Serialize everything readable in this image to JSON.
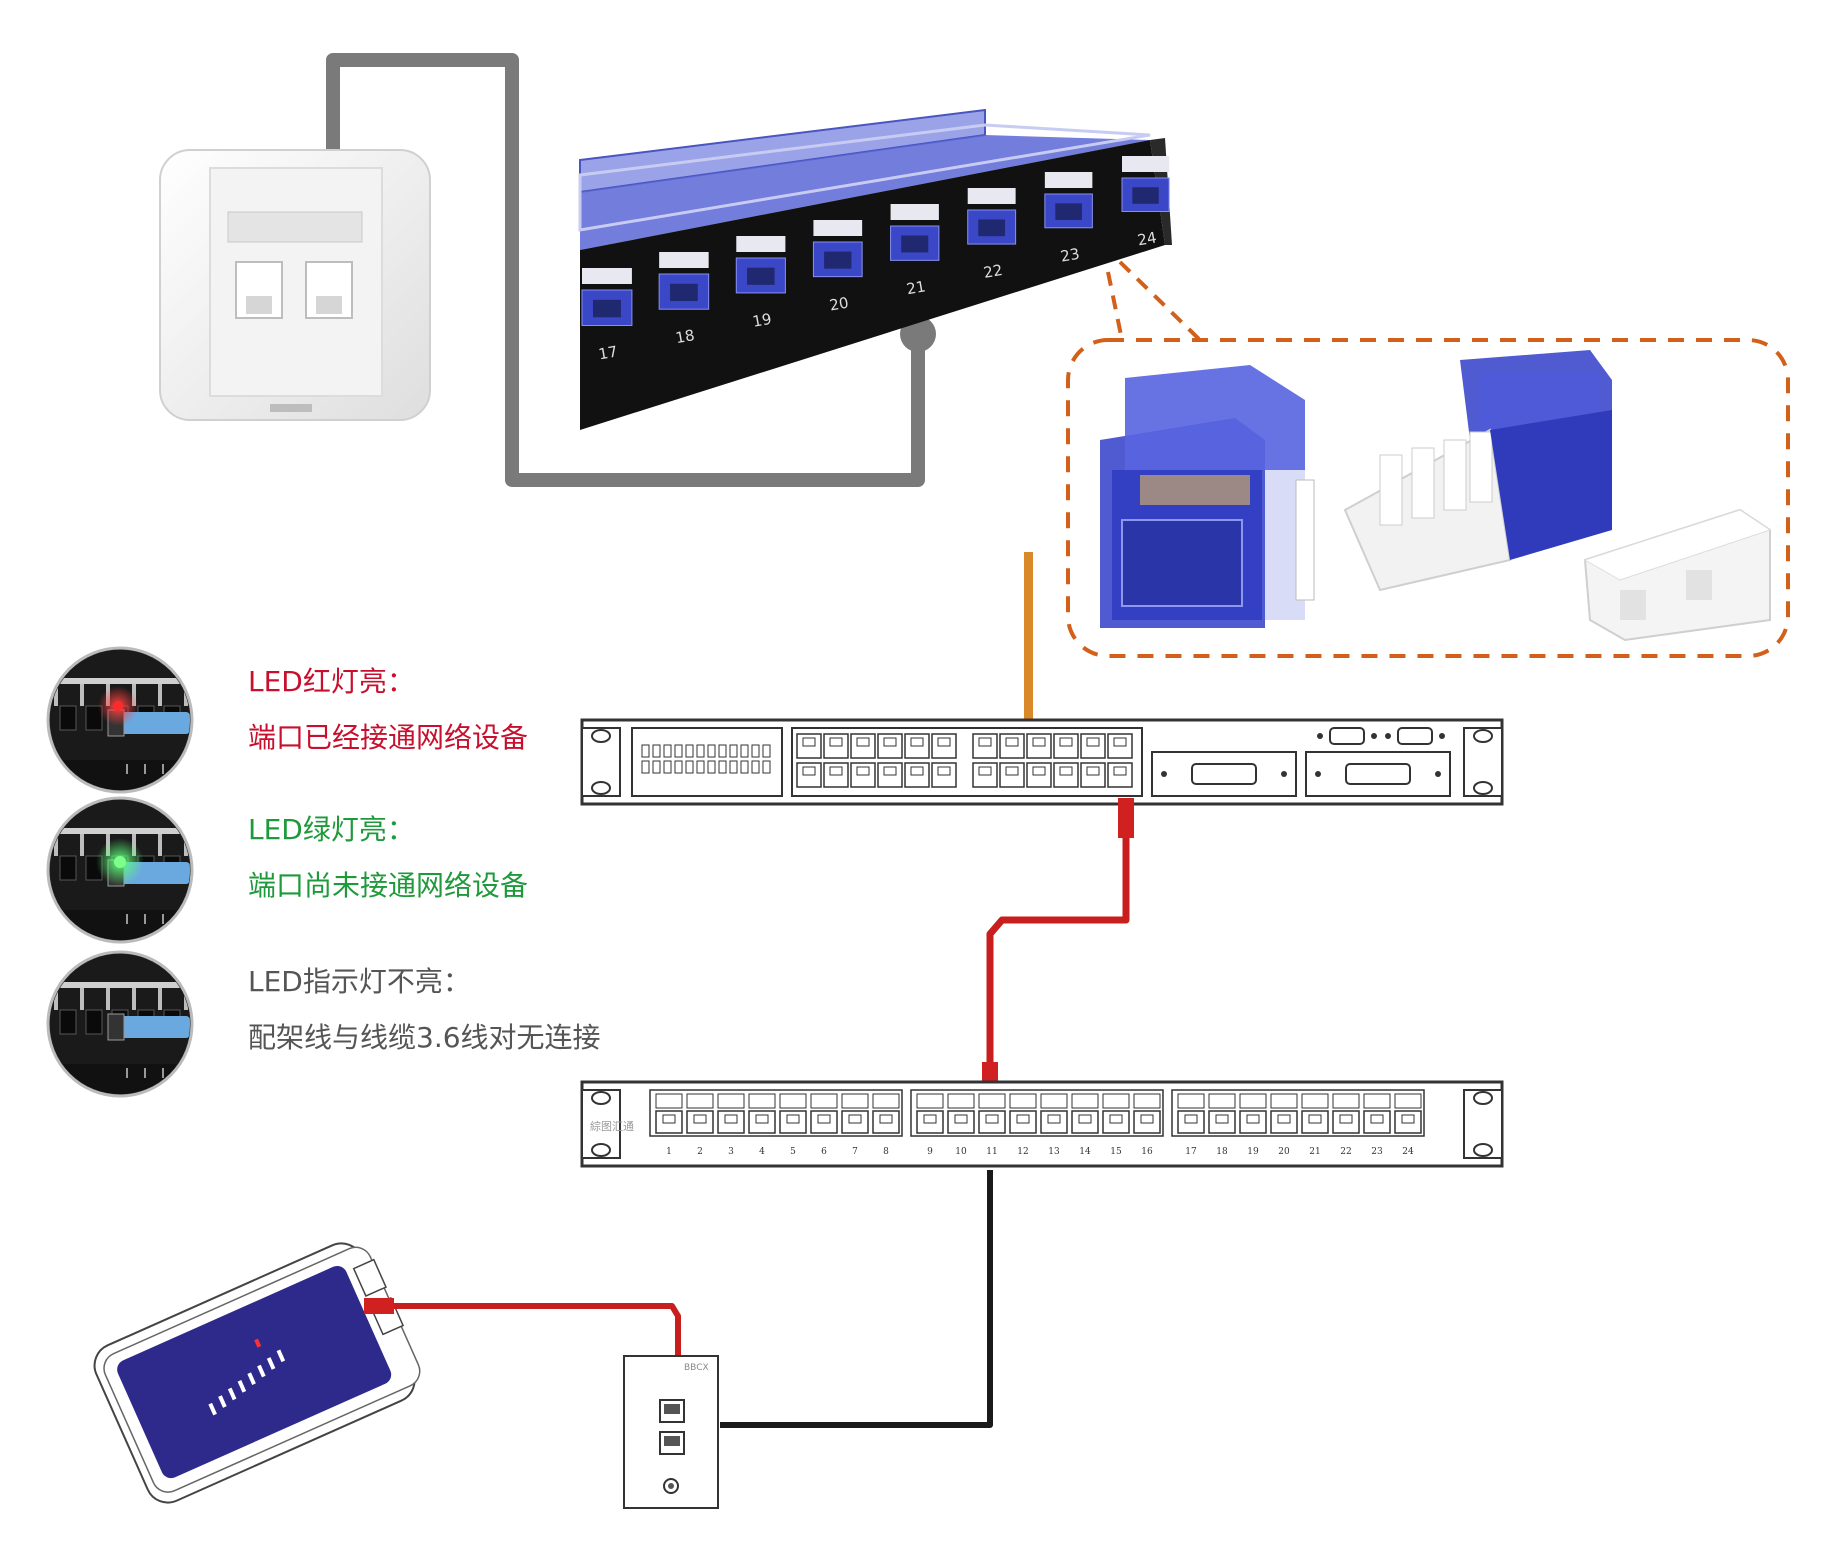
{
  "colors": {
    "red_text": "#c8102e",
    "green_text": "#1e9a3a",
    "gray_text": "#555555",
    "cable_gray": "#7a7a7a",
    "patch_red": "#c81e1e",
    "cable_black": "#1a1a1a",
    "cable_orange": "#d9892a",
    "callout_dash": "#d2601a",
    "panel_blue": "#3a48c8",
    "tester_face": "#2e2a8c"
  },
  "icons": {
    "wall_plate": "wall-plate-icon",
    "patch_panel": "patch-panel-icon",
    "keystone_jack": "keystone-jack-icon",
    "switch": "switch-icon",
    "cable_tester": "cable-tester-icon"
  },
  "top_panel": {
    "port_numbers": [
      "17",
      "18",
      "19",
      "20",
      "21",
      "22",
      "23",
      "24"
    ]
  },
  "legend": {
    "red": {
      "title": "LED红灯亮：",
      "desc": "端口已经接通网络设备",
      "led": "red"
    },
    "green": {
      "title": "LED绿灯亮：",
      "desc": "端口尚未接通网络设备",
      "led": "green"
    },
    "off": {
      "title": "LED指示灯不亮：",
      "desc": "配架线与线缆3.6线对无连接",
      "led": "off"
    }
  },
  "patch_panel": {
    "brand": "綜图汇通",
    "port_numbers": [
      "1",
      "2",
      "3",
      "4",
      "5",
      "6",
      "7",
      "8",
      "9",
      "10",
      "11",
      "12",
      "13",
      "14",
      "15",
      "16",
      "17",
      "18",
      "19",
      "20",
      "21",
      "22",
      "23",
      "24"
    ]
  },
  "wall_plate": {
    "brand": "BBCX"
  }
}
